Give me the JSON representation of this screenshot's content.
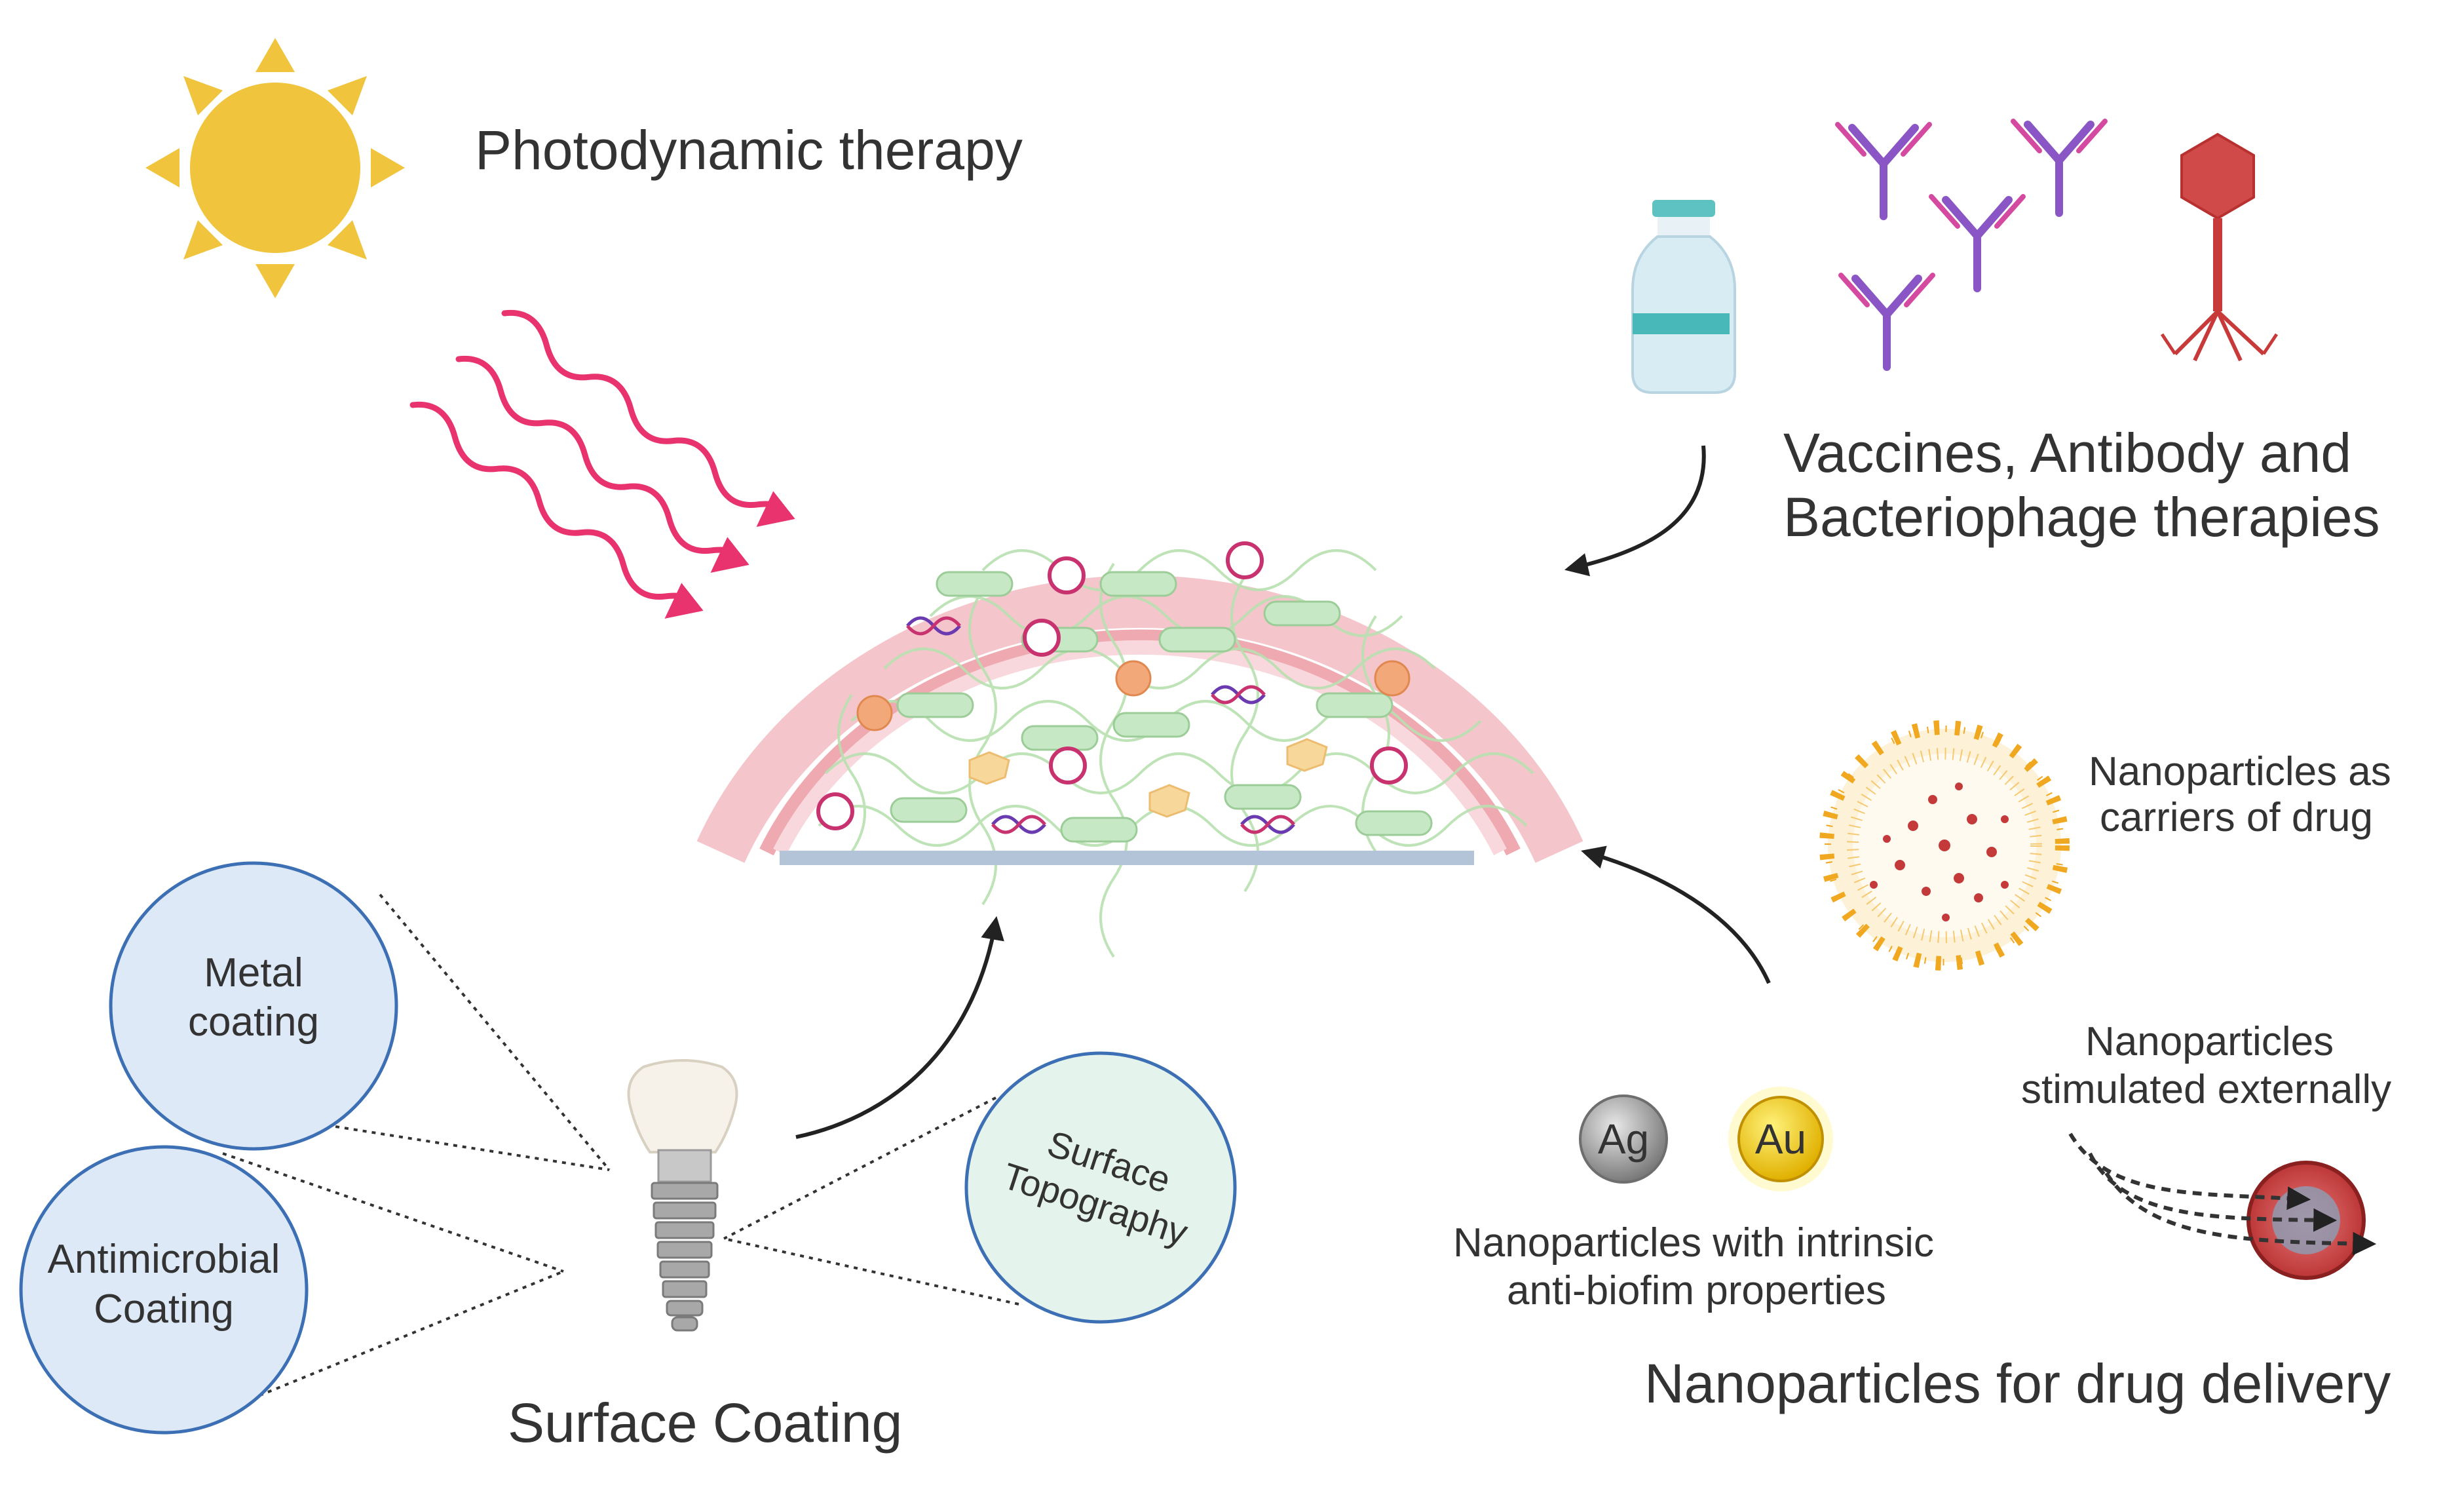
{
  "labels": {
    "photodynamic": "Photodynamic therapy",
    "vaccines_line1": "Vaccines, Antibody and",
    "vaccines_line2": "Bacteriophage therapies",
    "np_carriers_line1": "Nanoparticles as",
    "np_carriers_line2": "carriers of drug",
    "np_stimulated_line1": "Nanoparticles",
    "np_stimulated_line2": "stimulated externally",
    "np_intrinsic_line1": "Nanoparticles with intrinsic",
    "np_intrinsic_line2": "anti-biofim properties",
    "np_drug_delivery": "Nanoparticles for drug delivery",
    "surface_coating": "Surface Coating",
    "metal_line1": "Metal",
    "metal_line2": "coating",
    "antimicrobial_line1": "Antimicrobial",
    "antimicrobial_line2": "Coating",
    "topography_line1": "Surface",
    "topography_line2": "Topography",
    "ag": "Ag",
    "au": "Au"
  },
  "colors": {
    "sun": "#f0c43c",
    "light_rays": "#e8336f",
    "biofilm_arc_outer": "#f4c6cb",
    "biofilm_arc_inner": "#efa9b1",
    "bacteria": "#c6e8c4",
    "matrix_strands": "#b8e0b0",
    "substrate": "#b4c4d8",
    "coating_circle_fill": "#dde9f7",
    "coating_circle_stroke": "#3c6fb4",
    "topography_fill": "#e4f4ec",
    "antibody": "#8a55c4",
    "phage": "#c83a3a",
    "liposome_head": "#f0a820",
    "liposome_core": "#c43a3a",
    "silver": "#9a9a9a",
    "gold": "#f4c800"
  }
}
